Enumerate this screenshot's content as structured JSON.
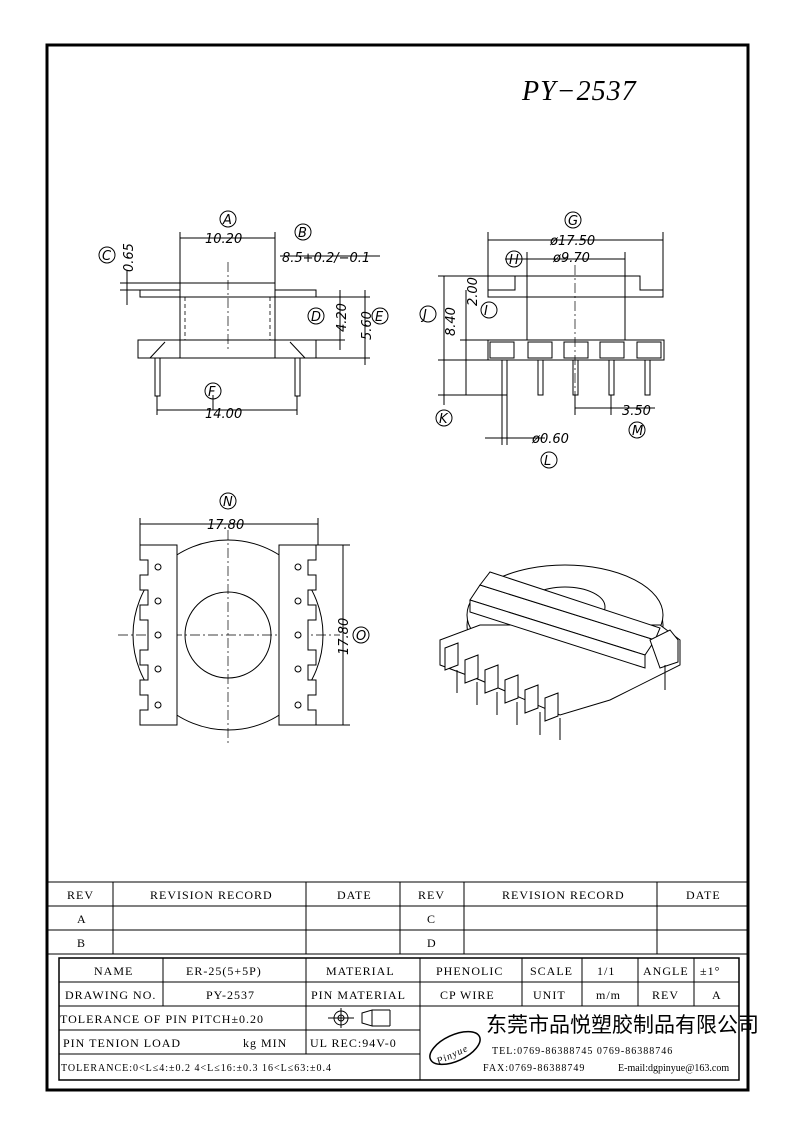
{
  "drawing": {
    "part_no": "PY−2537",
    "side_view": {
      "A": {
        "tag": "A",
        "value": "10.20"
      },
      "B": {
        "tag": "B",
        "value": "8.5+0.2/−0.1"
      },
      "C": {
        "tag": "C",
        "value": "0.65"
      },
      "D": {
        "tag": "D",
        "value": "4.20"
      },
      "E": {
        "tag": "E",
        "value": "5.60"
      },
      "F": {
        "tag": "F",
        "value": "14.00"
      }
    },
    "front_view": {
      "G": {
        "tag": "G",
        "value": "ø17.50"
      },
      "H": {
        "tag": "H",
        "value": "ø9.70"
      },
      "I": {
        "tag": "I",
        "value": "2.00"
      },
      "J": {
        "tag": "J",
        "value": "8.40"
      },
      "K": {
        "tag": "K",
        "value": ""
      },
      "L": {
        "tag": "L",
        "value": "ø0.60"
      },
      "M": {
        "tag": "M",
        "value": "3.50"
      }
    },
    "top_view": {
      "N": {
        "tag": "N",
        "value": "17.80"
      },
      "O": {
        "tag": "O",
        "value": "17.80"
      }
    }
  },
  "revision_table": {
    "headers": [
      "REV",
      "REVISION RECORD",
      "DATE",
      "REV",
      "REVISION RECORD",
      "DATE"
    ],
    "rows": [
      {
        "rev_left": "A",
        "rev_right": "C"
      },
      {
        "rev_left": "B",
        "rev_right": "D"
      }
    ]
  },
  "title_block": {
    "name_label": "NAME",
    "name_value": "ER-25(5+5P)",
    "material_label": "MATERIAL",
    "material_value": "PHENOLIC",
    "scale_label": "SCALE",
    "scale_value": "1/1",
    "angle_label": "ANGLE",
    "angle_value": "±1°",
    "drawing_no_label": "DRAWING NO.",
    "drawing_no_value": "PY-2537",
    "pin_material_label": "PIN MATERIAL",
    "pin_material_value": "CP WIRE",
    "unit_label": "UNIT",
    "unit_value": "m/m",
    "rev_label": "REV",
    "rev_value": "A",
    "pitch_tolerance": "TOLERANCE OF PIN PITCH±0.20",
    "pin_tension_label": "PIN TENION LOAD",
    "pin_tension_unit": "kg MIN",
    "ul_rating": "UL REC:94V-0",
    "tolerance_line": "TOLERANCE:0<L≤4:±0.2  4<L≤16:±0.3  16<L≤63:±0.4",
    "company_cn": "东莞市品悦塑胶制品有限公司",
    "logo_text": "Pinyue",
    "tel": "TEL:0769-86388745   0769-86388746",
    "fax": "FAX:0769-86388749",
    "email": "E-mail:dgpinyue@163.com"
  }
}
